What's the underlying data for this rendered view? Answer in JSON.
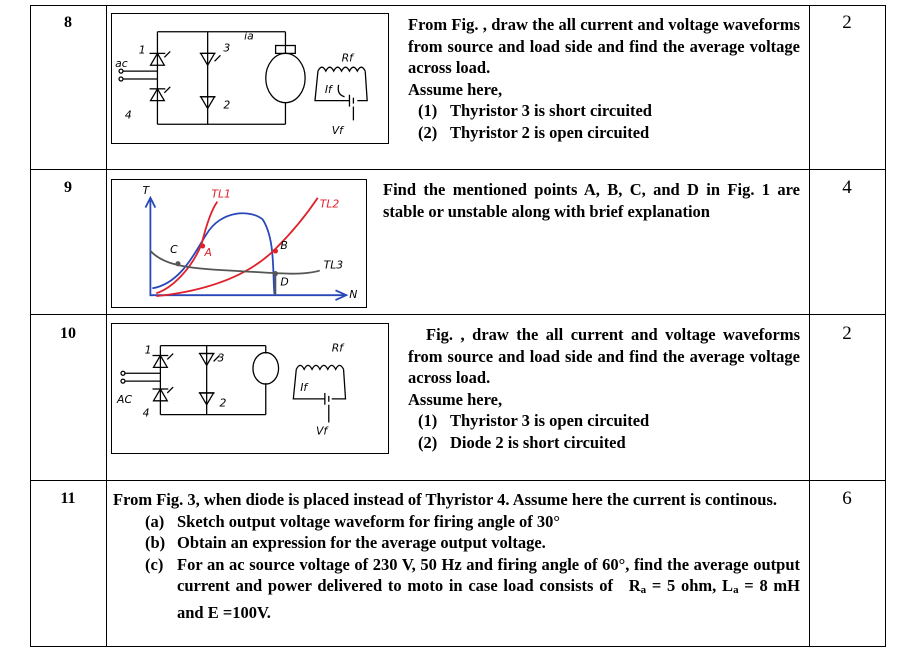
{
  "rows": [
    {
      "qno": "8",
      "marks": "2",
      "text": "From Fig. , draw the all current and voltage waveforms from source and load side and find the average voltage across load.",
      "assume": "Assume here,",
      "items": [
        {
          "n": "(1)",
          "t": "Thyristor 3 is short circuited"
        },
        {
          "n": "(2)",
          "t": "Thyristor 2 is open circuited"
        }
      ],
      "figure": {
        "labels": [
          "ac",
          "1",
          "3",
          "ia",
          "4",
          "2",
          "Rf",
          "If",
          "Vf"
        ]
      }
    },
    {
      "qno": "9",
      "marks": "4",
      "text": "Find the mentioned points A, B, C, and D in Fig. 1 are stable or unstable along with brief explanation",
      "figure": {
        "labels": [
          "T",
          "TL1",
          "TL2",
          "TL3",
          "N",
          "A",
          "B",
          "C",
          "D"
        ]
      }
    },
    {
      "qno": "10",
      "marks": "2",
      "text": "Fig. , draw the all current and voltage waveforms from source and load side and find the average voltage across load.",
      "assume": "Assume here,",
      "items": [
        {
          "n": "(1)",
          "t": "Thyristor 3 is open circuited"
        },
        {
          "n": "(2)",
          "t": "Diode 2 is short circuited"
        }
      ],
      "figure": {
        "labels": [
          "1",
          "3",
          "AC",
          "4",
          "2",
          "Rf",
          "If",
          "Vf"
        ]
      }
    },
    {
      "qno": "11",
      "marks": "6",
      "text": "From Fig. 3, when diode is placed instead of Thyristor 4. Assume here the current is continous.",
      "items": [
        {
          "n": "(a)",
          "t": "Sketch output voltage waveform for firing angle of 30°"
        },
        {
          "n": "(b)",
          "t": "Obtain an expression for the average output voltage."
        },
        {
          "n": "(c)",
          "t": "For an ac source voltage of 230 V, 50 Hz and firing angle of 60°, find the average output  current and power delivered to moto in case load consists of"
        }
      ],
      "params": {
        "ra_label": "R",
        "ra_sub": "a",
        "ra_value": " = 5 ohm,",
        "la_label": "L",
        "la_sub": "a",
        "la_value": " = 8 mH and E =100V."
      }
    }
  ],
  "colors": {
    "border": "#000000",
    "curve_blue": "#2847b8",
    "curve_red": "#e0202a",
    "curve_gray": "#555555"
  }
}
